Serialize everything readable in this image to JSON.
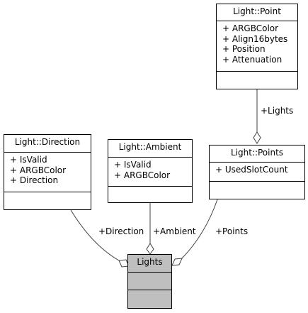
{
  "classes": {
    "point": {
      "title": "Light::Point",
      "attributes": [
        "+ ARGBColor",
        "+ Align16bytes",
        "+ Position",
        "+ Attenuation"
      ]
    },
    "direction": {
      "title": "Light::Direction",
      "attributes": [
        "+ IsValid",
        "+ ARGBColor",
        "+ Direction"
      ]
    },
    "ambient": {
      "title": "Light::Ambient",
      "attributes": [
        "+ IsValid",
        "+ ARGBColor"
      ]
    },
    "points": {
      "title": "Light::Points",
      "attributes": [
        "+ UsedSlotCount"
      ]
    },
    "lights": {
      "title": "Lights",
      "attributes": []
    }
  },
  "edges": {
    "lights_label": "+Lights",
    "direction_label": "+Direction",
    "ambient_label": "+Ambient",
    "points_label": "+Points"
  },
  "colors": {
    "highlight_fill": "#bfbfbf",
    "line": "#404040"
  }
}
